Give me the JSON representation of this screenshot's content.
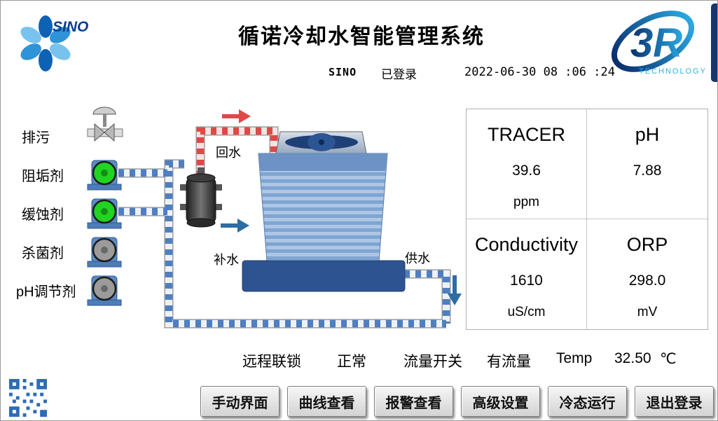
{
  "header": {
    "title": "循诺冷却水智能管理系统",
    "logo": {
      "text": "SINO"
    },
    "brand": {
      "text": "3R",
      "sub": "TECHNOLOGY"
    }
  },
  "session": {
    "user": "SINO",
    "login_status": "已登录",
    "datetime": "2022-06-30  08 :06 :24"
  },
  "diagram": {
    "valve_label": "排污",
    "pumps": [
      {
        "label": "阻垢剂",
        "color": "#21d421"
      },
      {
        "label": "缓蚀剂",
        "color": "#21d421"
      },
      {
        "label": "杀菌剂",
        "color": "#9b9b9b"
      },
      {
        "label": "pH调节剂",
        "color": "#9b9b9b"
      }
    ],
    "labels": {
      "return_water": "回水",
      "makeup_water": "补水",
      "supply_water": "供水"
    }
  },
  "readings": [
    {
      "name": "TRACER",
      "value": "39.6",
      "unit": "ppm"
    },
    {
      "name": "pH",
      "value": "7.88",
      "unit": ""
    },
    {
      "name": "Conductivity",
      "value": "1610",
      "unit": "uS/cm"
    },
    {
      "name": "ORP",
      "value": "298.0",
      "unit": "mV"
    }
  ],
  "status": [
    {
      "label": "远程联锁",
      "value": "正常"
    },
    {
      "label": "流量开关",
      "value": "有流量"
    },
    {
      "label": "Temp",
      "value": "32.50",
      "unit": "℃"
    }
  ],
  "buttons": [
    {
      "label": "手动界面"
    },
    {
      "label": "曲线查看"
    },
    {
      "label": "报警查看"
    },
    {
      "label": "高级设置"
    },
    {
      "label": "冷态运行"
    },
    {
      "label": "退出登录"
    }
  ],
  "colors": {
    "pipe_blue": "#4e7fc0",
    "pipe_red": "#e04848",
    "tower_blue": "#82a7d4",
    "basin_blue": "#2d5391"
  }
}
